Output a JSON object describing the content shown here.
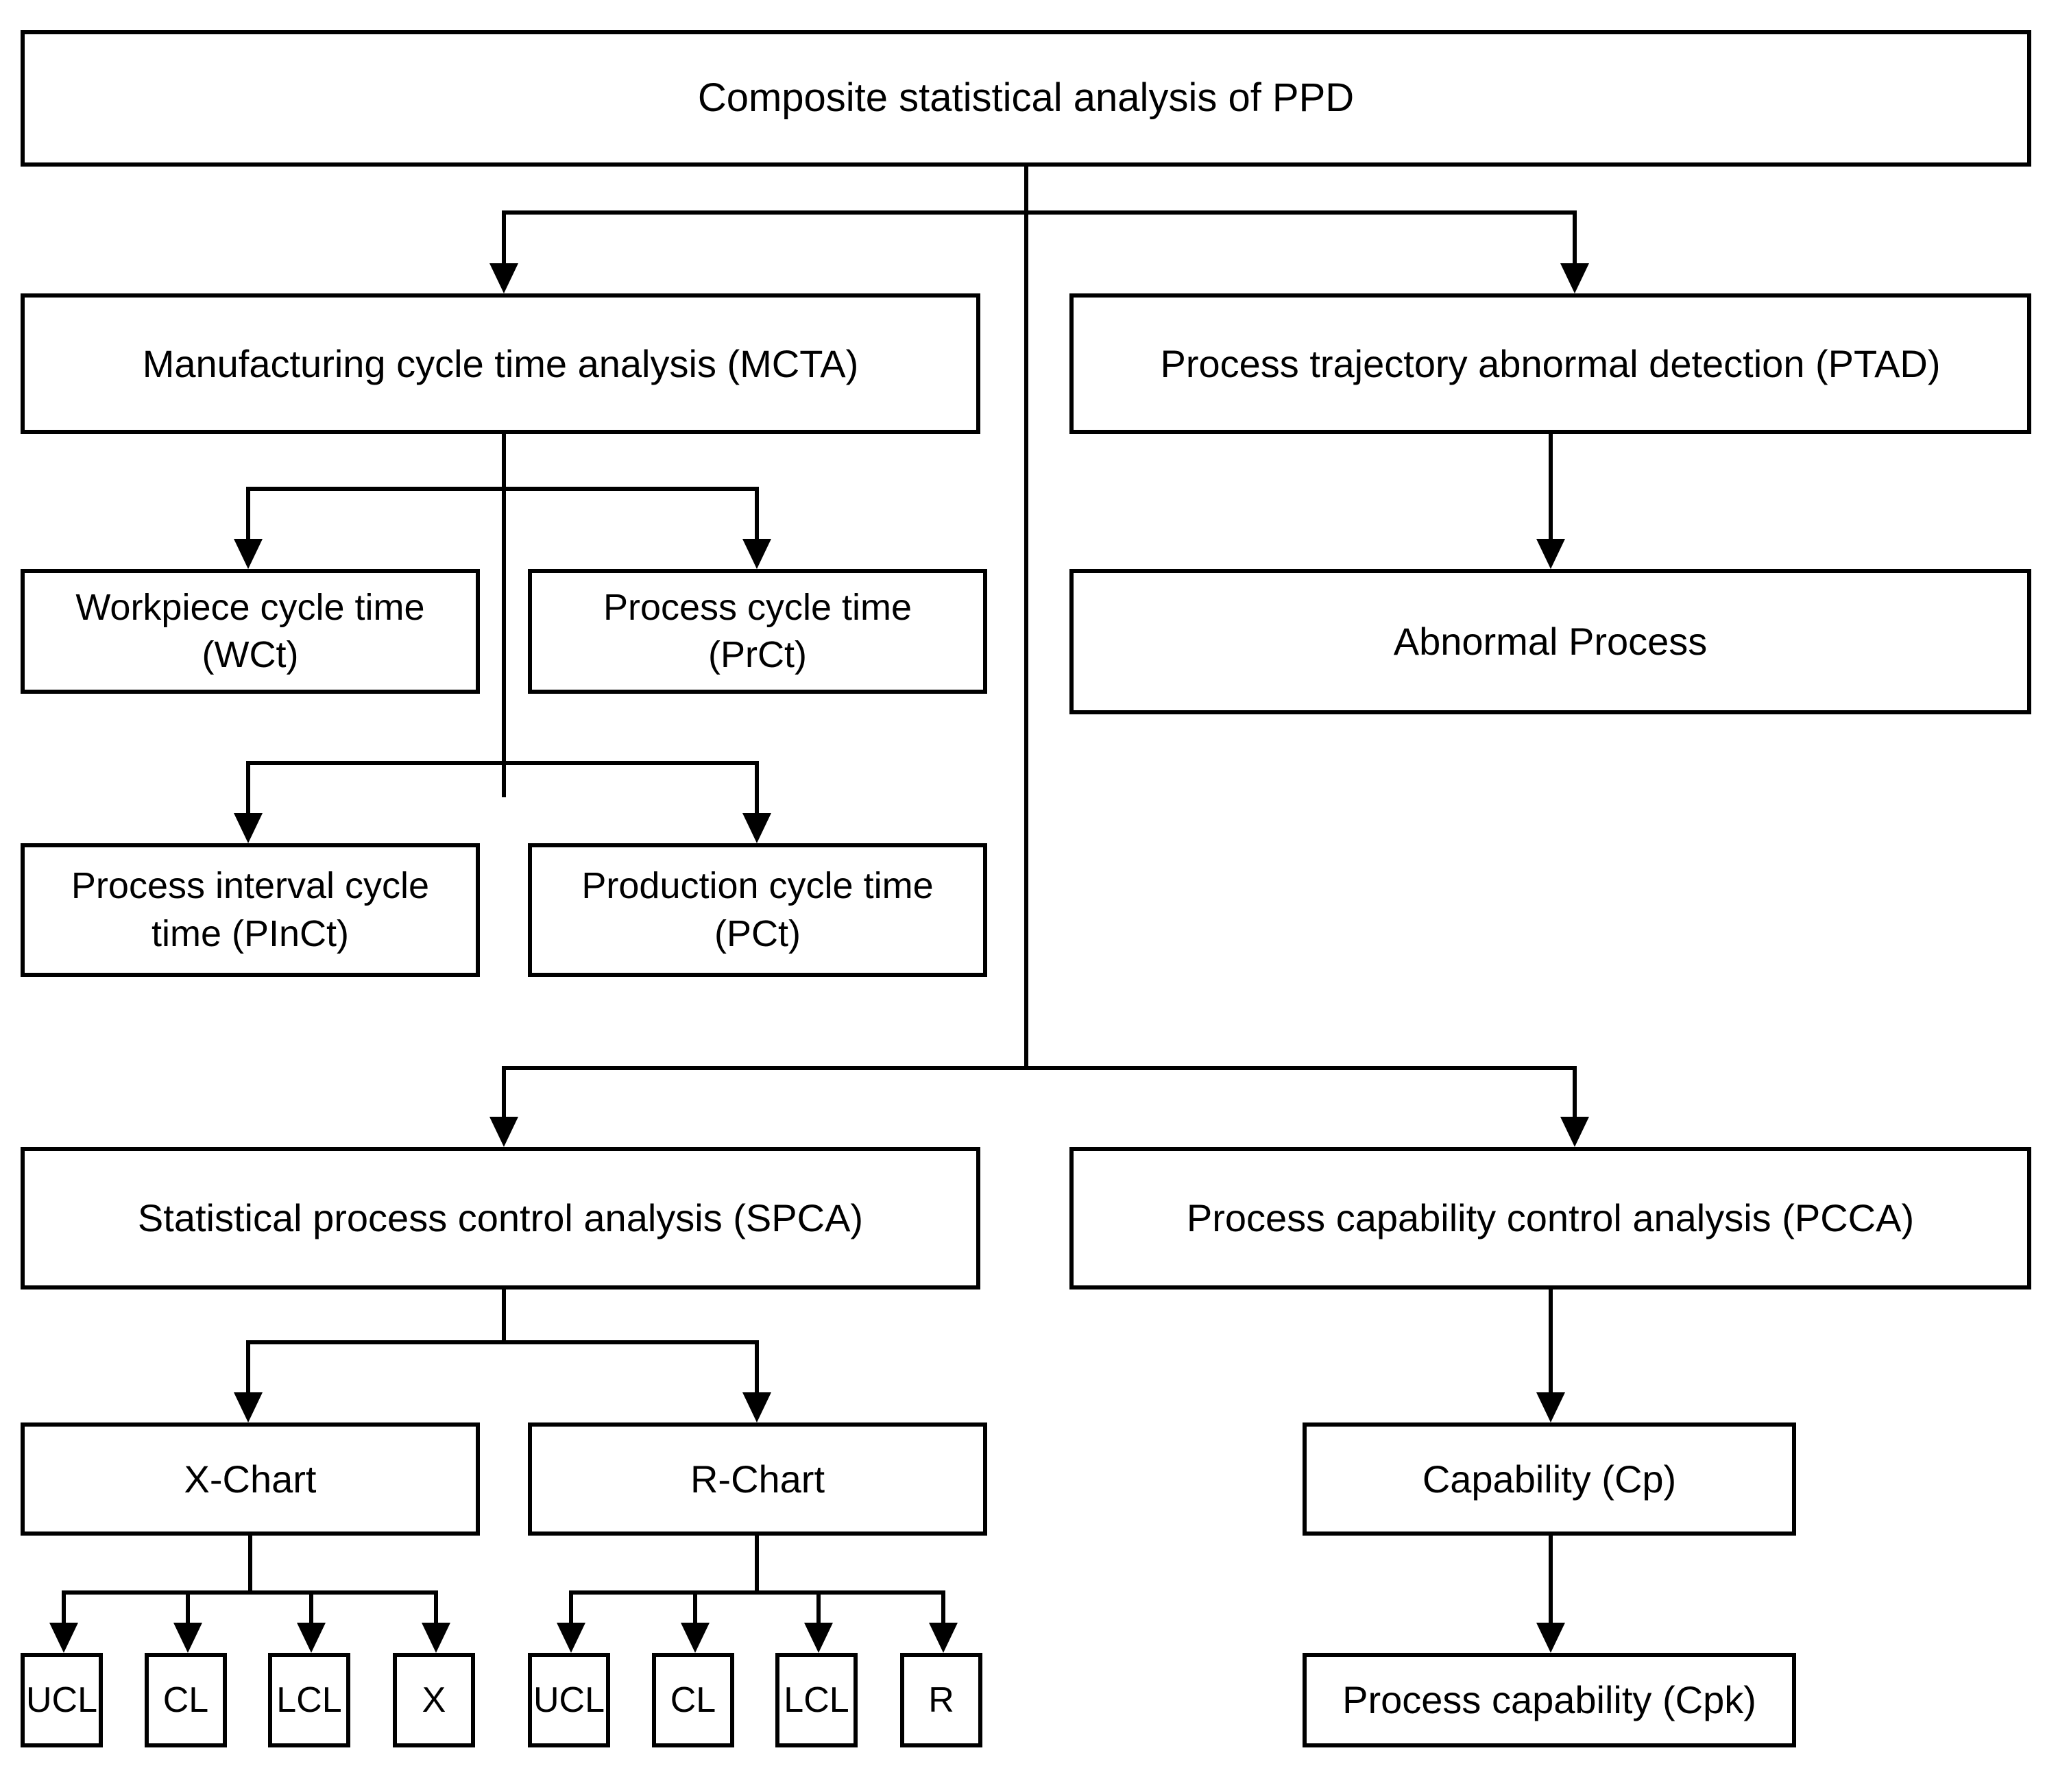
{
  "diagram": {
    "title": "Composite statistical analysis of PPD",
    "type": "flowchart",
    "orientation": "top-down",
    "nodes": {
      "root": {
        "id": "PPD",
        "label": "Composite statistical analysis of PPD"
      },
      "mcta": {
        "id": "MCTA",
        "label": "Manufacturing cycle time analysis (MCTA)"
      },
      "ptad": {
        "id": "PTAD",
        "label": "Process trajectory abnormal detection (PTAD)"
      },
      "wct": {
        "id": "WCt",
        "label": "Workpiece cycle time\n(WCt)"
      },
      "prct": {
        "id": "PrCt",
        "label": "Process cycle time\n(PrCt)"
      },
      "abnormal": {
        "id": "AbnormalProcess",
        "label": "Abnormal Process"
      },
      "pinct": {
        "id": "PInCt",
        "label": "Process interval cycle\ntime (PInCt)"
      },
      "pct": {
        "id": "PCt",
        "label": "Production cycle time\n(PCt)"
      },
      "spca": {
        "id": "SPCA",
        "label": "Statistical process control analysis (SPCA)"
      },
      "pcca": {
        "id": "PCCA",
        "label": "Process capability control analysis (PCCA)"
      },
      "xchart": {
        "id": "X-Chart",
        "label": "X-Chart"
      },
      "rchart": {
        "id": "R-Chart",
        "label": "R-Chart"
      },
      "capability": {
        "id": "Cp",
        "label": "Capability (Cp)"
      },
      "cpk": {
        "id": "Cpk",
        "label": "Process capability (Cpk)"
      },
      "x_ucl": {
        "id": "X-UCL",
        "label": "UCL"
      },
      "x_cl": {
        "id": "X-CL",
        "label": "CL"
      },
      "x_lcl": {
        "id": "X-LCL",
        "label": "LCL"
      },
      "x_x": {
        "id": "X-X",
        "label": "X"
      },
      "r_ucl": {
        "id": "R-UCL",
        "label": "UCL"
      },
      "r_cl": {
        "id": "R-CL",
        "label": "CL"
      },
      "r_lcl": {
        "id": "R-LCL",
        "label": "LCL"
      },
      "r_r": {
        "id": "R-R",
        "label": "R"
      }
    },
    "edges": [
      {
        "from": "PPD",
        "to": "MCTA"
      },
      {
        "from": "PPD",
        "to": "PTAD"
      },
      {
        "from": "PPD",
        "to": "SPCA"
      },
      {
        "from": "PPD",
        "to": "PCCA"
      },
      {
        "from": "MCTA",
        "to": "WCt"
      },
      {
        "from": "MCTA",
        "to": "PrCt"
      },
      {
        "from": "MCTA",
        "to": "PInCt"
      },
      {
        "from": "MCTA",
        "to": "PCt"
      },
      {
        "from": "PTAD",
        "to": "AbnormalProcess"
      },
      {
        "from": "SPCA",
        "to": "X-Chart"
      },
      {
        "from": "SPCA",
        "to": "R-Chart"
      },
      {
        "from": "PCCA",
        "to": "Cp"
      },
      {
        "from": "Cp",
        "to": "Cpk"
      },
      {
        "from": "X-Chart",
        "to": "X-UCL"
      },
      {
        "from": "X-Chart",
        "to": "X-CL"
      },
      {
        "from": "X-Chart",
        "to": "X-LCL"
      },
      {
        "from": "X-Chart",
        "to": "X-X"
      },
      {
        "from": "R-Chart",
        "to": "R-UCL"
      },
      {
        "from": "R-Chart",
        "to": "R-CL"
      },
      {
        "from": "R-Chart",
        "to": "R-LCL"
      },
      {
        "from": "R-Chart",
        "to": "R-R"
      }
    ],
    "colors": {
      "stroke": "#000000",
      "fill": "#ffffff",
      "text": "#000000"
    }
  }
}
